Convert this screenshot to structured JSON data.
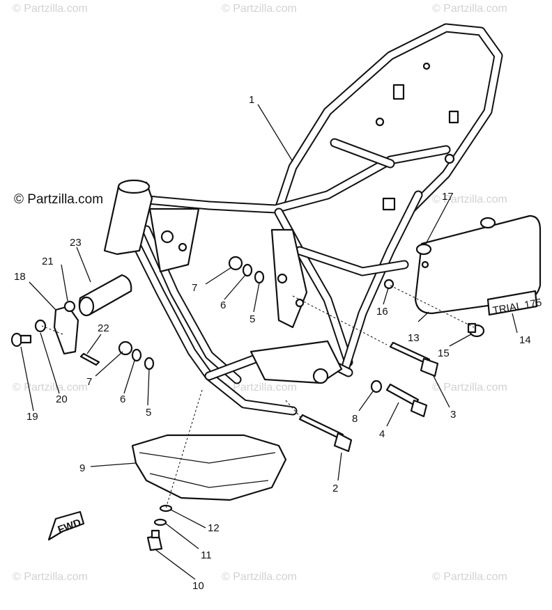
{
  "watermarks": [
    "© Partzilla.com",
    "© Partzilla.com",
    "© Partzilla.com",
    "© Partzilla.com",
    "© Partzilla.com",
    "© Partzilla.com",
    "© Partzilla.com",
    "© Partzilla.com",
    "© Partzilla.com",
    "© Partzilla.com"
  ],
  "logo": "© Partzilla.com",
  "decal_text": "TRIAL 175",
  "fwd_label": "FWD",
  "callouts": [
    {
      "id": "c1",
      "label": "1"
    },
    {
      "id": "c2",
      "label": "2"
    },
    {
      "id": "c3",
      "label": "3"
    },
    {
      "id": "c4",
      "label": "4"
    },
    {
      "id": "c5a",
      "label": "5"
    },
    {
      "id": "c5b",
      "label": "5"
    },
    {
      "id": "c6a",
      "label": "6"
    },
    {
      "id": "c6b",
      "label": "6"
    },
    {
      "id": "c7a",
      "label": "7"
    },
    {
      "id": "c7b",
      "label": "7"
    },
    {
      "id": "c8",
      "label": "8"
    },
    {
      "id": "c9",
      "label": "9"
    },
    {
      "id": "c10",
      "label": "10"
    },
    {
      "id": "c11",
      "label": "11"
    },
    {
      "id": "c12",
      "label": "12"
    },
    {
      "id": "c13",
      "label": "13"
    },
    {
      "id": "c14",
      "label": "14"
    },
    {
      "id": "c15",
      "label": "15"
    },
    {
      "id": "c16",
      "label": "16"
    },
    {
      "id": "c17",
      "label": "17"
    },
    {
      "id": "c18",
      "label": "18"
    },
    {
      "id": "c19",
      "label": "19"
    },
    {
      "id": "c20",
      "label": "20"
    },
    {
      "id": "c21",
      "label": "21"
    },
    {
      "id": "c22",
      "label": "22"
    },
    {
      "id": "c23",
      "label": "23"
    }
  ]
}
